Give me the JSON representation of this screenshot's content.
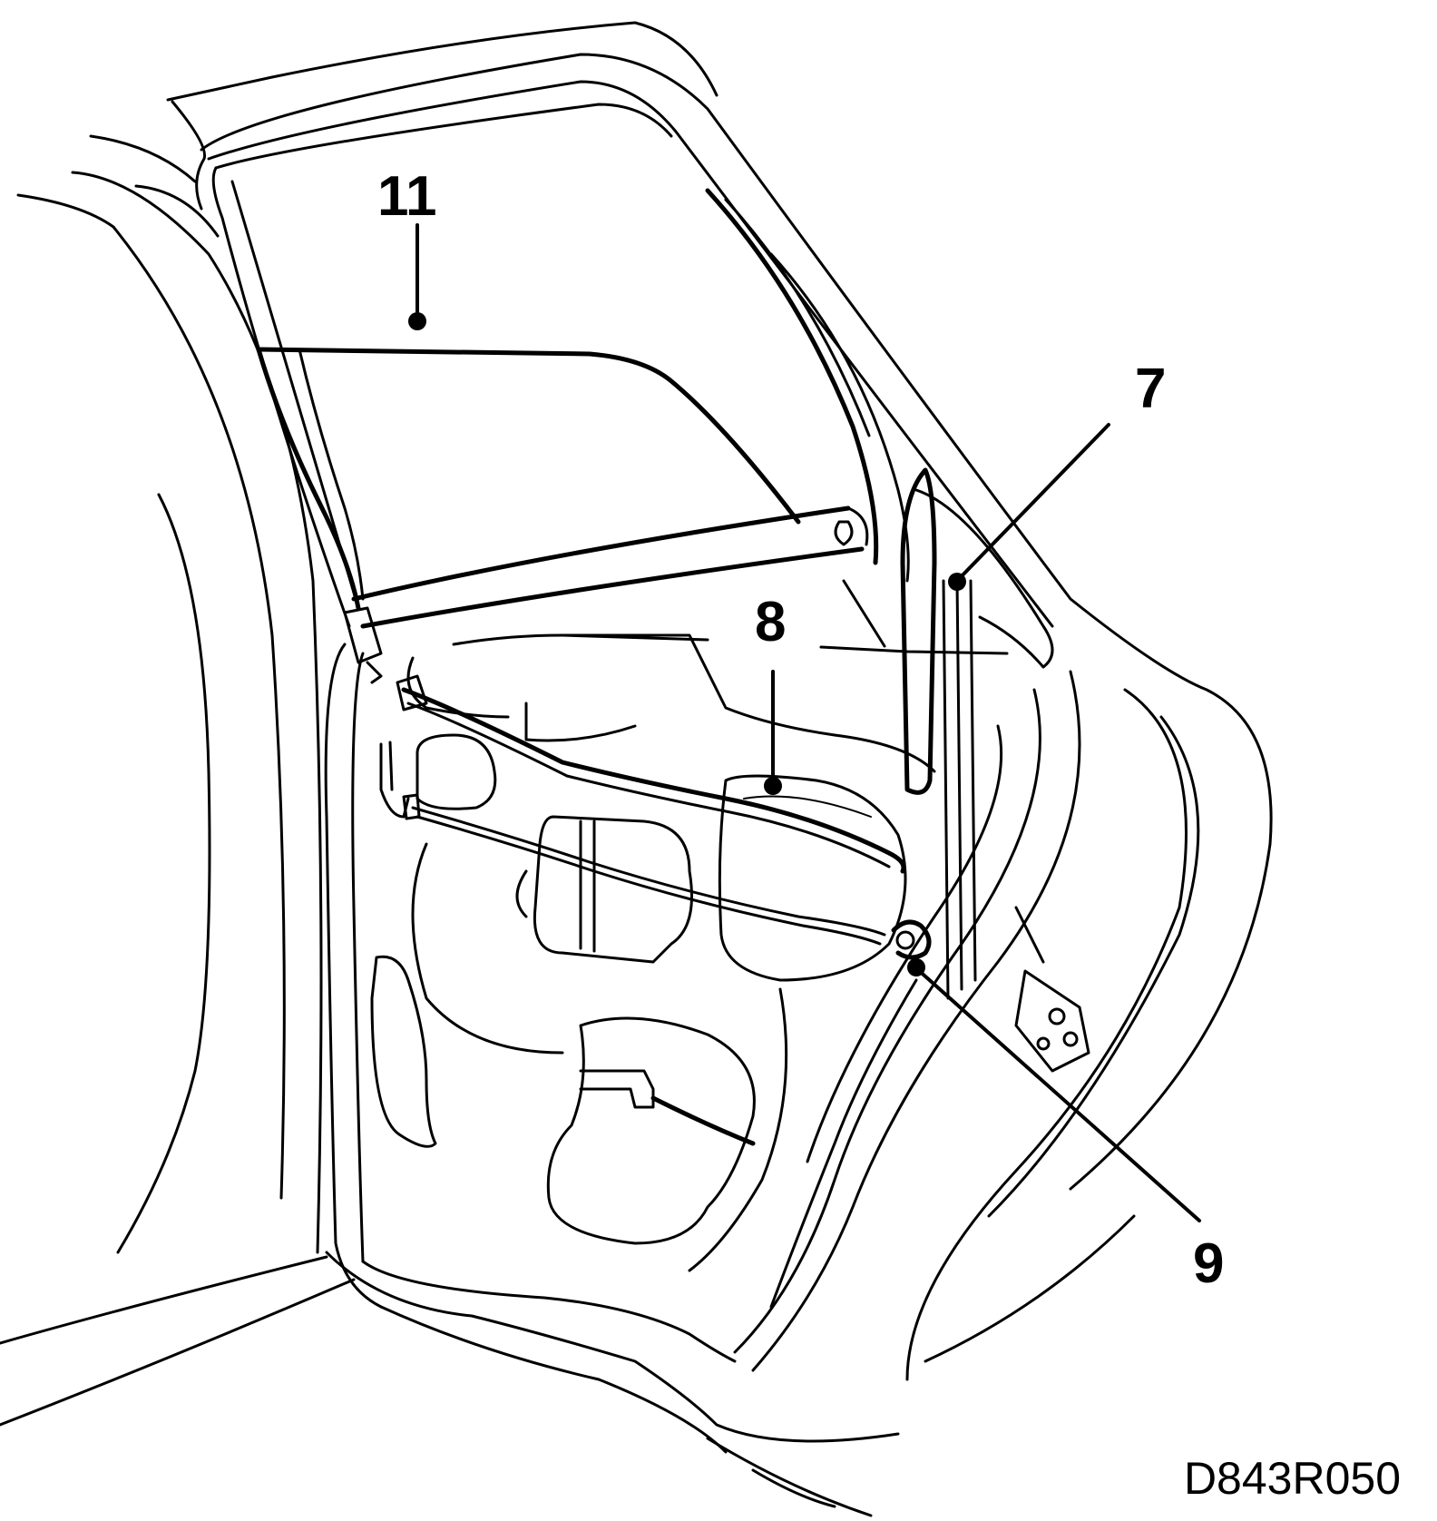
{
  "callouts": {
    "c11": "11",
    "c7": "7",
    "c8": "8",
    "c9": "9"
  },
  "reference_code": "D843R050",
  "colors": {
    "ink": "#000000",
    "paper": "#ffffff"
  }
}
